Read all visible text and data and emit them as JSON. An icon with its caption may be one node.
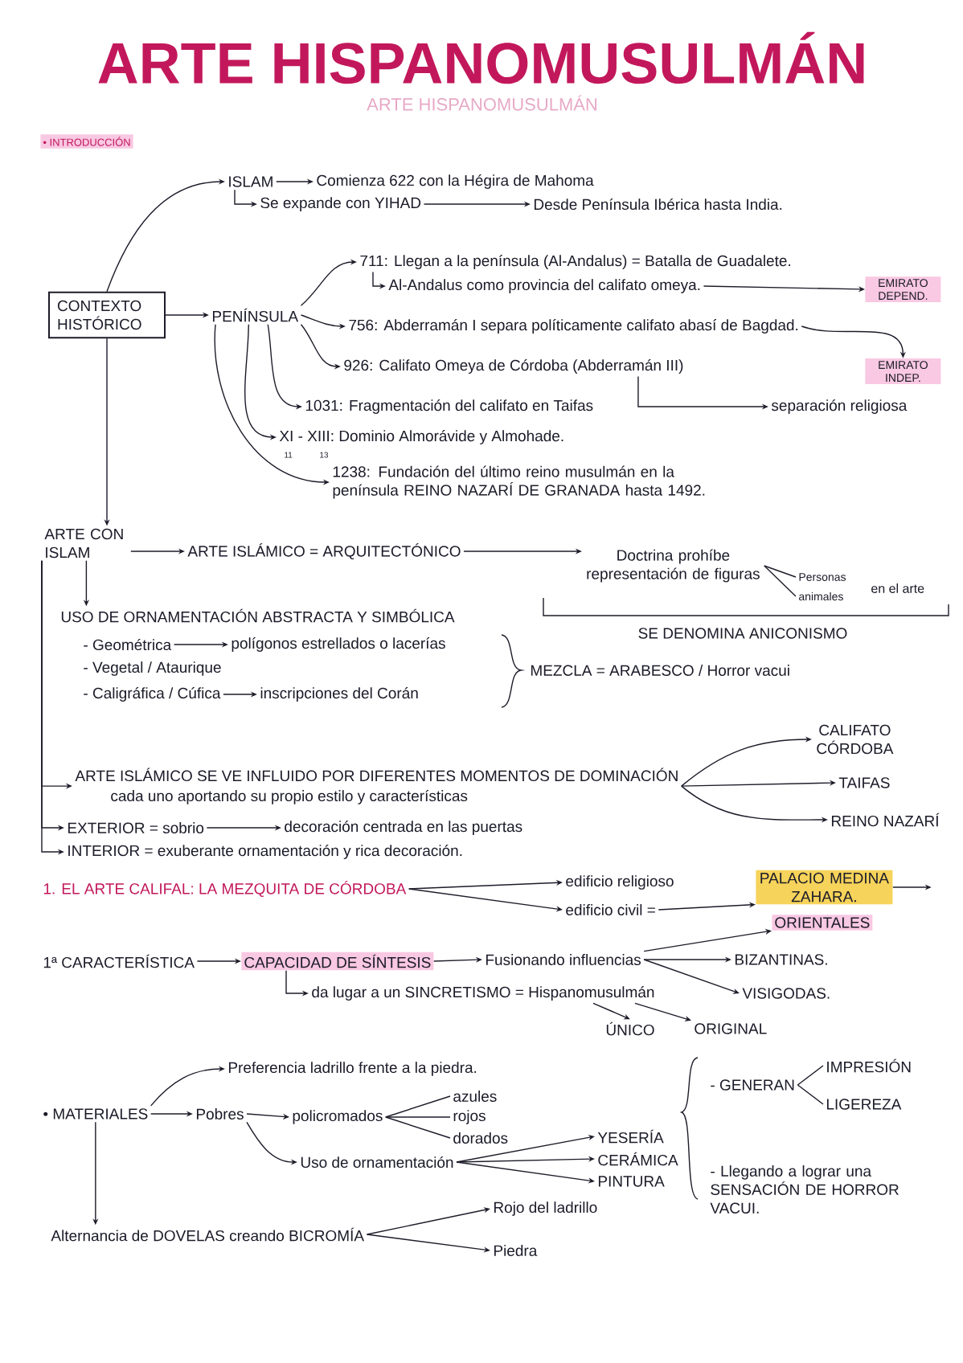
{
  "diagram": {
    "title": "ARTE HISPANOMUSULMÁN",
    "nodes": [
      {
        "text": [
          "CONTEXTO HISTÓRICO"
        ]
      },
      {
        "text": [
          "ISLAM"
        ]
      },
      {
        "text": [
          "Comienza 622 con la Hégira de Mahoma"
        ]
      },
      {
        "text": [
          "Se expande con YIHAD"
        ]
      },
      {
        "text": [
          "Desde Península Ibérica hasta India."
        ]
      },
      {
        "text": [
          "PENÍNSULA"
        ]
      },
      {
        "text": [
          "711: Llegan a la península (Al-Andalus) = Batalla de Guadalete."
        ]
      },
      {
        "text": [
          "Al-Andalus como provincia del califato omeya."
        ]
      },
      {
        "text": [
          "EMIRATO DEPEND."
        ]
      },
      {
        "text": [
          "756: Abderramán I separa políticamente califato abasí de Bagdad."
        ]
      },
      {
        "text": [
          "926: Califato Omeya de Córdoba (Abderramán III)"
        ]
      },
      {
        "text": [
          "EMIRATO INDEP."
        ]
      },
      {
        "text": [
          "separación religiosa"
        ]
      },
      {
        "text": [
          "1031: Fragmentación del califato en Taifas"
        ]
      },
      {
        "text": [
          "XI - XIII: Dominio Almorávide y Almohade."
        ]
      },
      {
        "text": [
          "1238: Fundación del último reino musulmán en la península REINO NAZARÍ DE GRANADA hasta 1492."
        ]
      },
      {
        "text": [
          "ARTE CON ISLAM"
        ]
      },
      {
        "text": [
          "ARTE ISLÁMICO = ARQUITECTÓNICO"
        ]
      },
      {
        "text": [
          "Doctrina prohíbe representación de figuras"
        ]
      },
      {
        "text": [
          "Personas"
        ]
      },
      {
        "text": [
          "animales"
        ]
      },
      {
        "text": [
          "USO DE ORNAMENTACIÓN ABSTRACTA Y SIMBÓLICA"
        ]
      },
      {
        "text": [
          "- Geométrica"
        ]
      },
      {
        "text": [
          "polígonos estrellados o lacerías"
        ]
      },
      {
        "text": [
          "- Vegetal / Ataurique"
        ]
      },
      {
        "text": [
          "- Caligráfica / Cúfica"
        ]
      },
      {
        "text": [
          "inscripciones del Corán"
        ]
      },
      {
        "text": [
          "CALIFATO CÓRDOBA"
        ]
      },
      {
        "text": [
          "ARTE ISLÁMICO SE VE INFLUIDO POR DIFERENTES MOMENTOS DE DOMINACIÓN",
          "cada uno aportando su propio estilo y características"
        ]
      },
      {
        "text": [
          "TAIFAS"
        ]
      },
      {
        "text": [
          "REINO NAZARÍ"
        ]
      },
      {
        "text": [
          "EXTERIOR = sobrio"
        ]
      },
      {
        "text": [
          "decoración centrada en las puertas"
        ]
      },
      {
        "text": [
          "INTERIOR = exuberante ornamentación y rica decoración."
        ]
      },
      {
        "text": [
          "1. EL ARTE CALIFAL: LA MEZQUITA DE CÓRDOBA"
        ]
      },
      {
        "text": [
          "PALACIO MEDINA ZAHARA."
        ]
      },
      {
        "text": [
          "edificio religioso"
        ]
      },
      {
        "text": [
          "edificio civil ="
        ]
      },
      {
        "text": [
          "ORIENTALES"
        ]
      },
      {
        "text": [
          "1ª CARACTERÍSTICA"
        ]
      },
      {
        "text": [
          "CAPACIDAD DE SÍNTESIS"
        ]
      },
      {
        "text": [
          "Fusionando influencias"
        ]
      },
      {
        "text": [
          "BIZANTINAS."
        ]
      },
      {
        "text": [
          "da lugar a un SINCRETISMO = Hispanomusulmán"
        ]
      },
      {
        "text": [
          "VISIGODAS."
        ]
      },
      {
        "text": [
          "ÚNICO"
        ]
      },
      {
        "text": [
          "ORIGINAL"
        ]
      },
      {
        "text": [
          "Preferencia ladrillo frente a la piedra."
        ]
      },
      {
        "text": [
          "IMPRESIÓN"
        ]
      },
      {
        "text": [
          "- GENERAN"
        ]
      },
      {
        "text": [
          "• MATERIALES"
        ]
      },
      {
        "text": [
          "Pobres"
        ]
      },
      {
        "text": [
          "policromados"
        ]
      },
      {
        "text": [
          "azules"
        ]
      },
      {
        "text": [
          "LIGEREZA"
        ]
      },
      {
        "text": [
          "rojos"
        ]
      },
      {
        "text": [
          "dorados"
        ]
      },
      {
        "text": [
          "YESERÍA"
        ]
      },
      {
        "text": [
          "- Llegando a lograr una SENSACIÓN DE HORROR VACUI."
        ]
      },
      {
        "text": [
          "Uso de ornamentación"
        ]
      },
      {
        "text": [
          "CERÁMICA"
        ]
      },
      {
        "text": [
          "PINTURA"
        ]
      },
      {
        "text": [
          "Rojo del ladrillo"
        ]
      },
      {
        "text": [
          "Alternancia de DOVELAS creando BICROMÍA"
        ]
      },
      {
        "text": [
          "Piedra"
        ]
      }
    ],
    "edges": [
      {
        "from": 0,
        "to": 1,
        "arrow": "to"
      },
      {
        "from": 1,
        "to": 2,
        "arrow": "to"
      },
      {
        "from": 1,
        "to": 3,
        "arrow": "to"
      },
      {
        "from": 3,
        "to": 4,
        "arrow": "to"
      },
      {
        "from": 0,
        "to": 5,
        "arrow": "to"
      },
      {
        "from": 5,
        "to": 6,
        "arrow": "to"
      },
      {
        "from": 6,
        "to": 7,
        "arrow": "to"
      },
      {
        "from": 7,
        "to": 8,
        "arrow": "to"
      },
      {
        "from": 5,
        "to": 9,
        "arrow": "to"
      },
      {
        "from": 9,
        "to": 11,
        "arrow": "to"
      },
      {
        "from": 5,
        "to": 10,
        "arrow": "to"
      },
      {
        "from": 10,
        "to": 12,
        "arrow": "to"
      },
      {
        "from": 5,
        "to": 13,
        "arrow": "to"
      },
      {
        "from": 5,
        "to": 14,
        "arrow": "to"
      },
      {
        "from": 5,
        "to": 15,
        "arrow": "to"
      },
      {
        "from": 0,
        "to": 16,
        "arrow": "to"
      },
      {
        "from": 16,
        "to": 17,
        "arrow": "to"
      },
      {
        "from": 17,
        "to": 18,
        "arrow": "to"
      },
      {
        "from": 18,
        "to": 19,
        "arrow": "none"
      },
      {
        "from": 18,
        "to": 20,
        "arrow": "none"
      },
      {
        "from": 16,
        "to": 21,
        "arrow": "to"
      },
      {
        "from": 22,
        "to": 23,
        "arrow": "to"
      },
      {
        "from": 25,
        "to": 26,
        "arrow": "to"
      },
      {
        "from": 16,
        "to": 28,
        "arrow": "to"
      },
      {
        "from": 28,
        "to": 27,
        "arrow": "to"
      },
      {
        "from": 28,
        "to": 29,
        "arrow": "to"
      },
      {
        "from": 28,
        "to": 30,
        "arrow": "to"
      },
      {
        "from": 16,
        "to": 31,
        "arrow": "to"
      },
      {
        "from": 31,
        "to": 32,
        "arrow": "to"
      },
      {
        "from": 16,
        "to": 33,
        "arrow": "to"
      },
      {
        "from": 34,
        "to": 36,
        "arrow": "to"
      },
      {
        "from": 34,
        "to": 37,
        "arrow": "to"
      },
      {
        "from": 37,
        "to": 35,
        "arrow": "to"
      },
      {
        "from": 35,
        "to": null,
        "arrow": "to"
      },
      {
        "from": 39,
        "to": 40,
        "arrow": "to"
      },
      {
        "from": 40,
        "to": 41,
        "arrow": "to"
      },
      {
        "from": 41,
        "to": 42,
        "arrow": "to"
      },
      {
        "from": 41,
        "to": 44,
        "arrow": "to"
      },
      {
        "from": 41,
        "to": 38,
        "arrow": "to"
      },
      {
        "from": 40,
        "to": 43,
        "arrow": "to"
      },
      {
        "from": 43,
        "to": 45,
        "arrow": "to"
      },
      {
        "from": 43,
        "to": 46,
        "arrow": "to"
      },
      {
        "from": 50,
        "to": 47,
        "arrow": "to"
      },
      {
        "from": 50,
        "to": 51,
        "arrow": "to"
      },
      {
        "from": 51,
        "to": 52,
        "arrow": "to"
      },
      {
        "from": 52,
        "to": 53,
        "arrow": "none"
      },
      {
        "from": 52,
        "to": 55,
        "arrow": "none"
      },
      {
        "from": 52,
        "to": 56,
        "arrow": "none"
      },
      {
        "from": 51,
        "to": 59,
        "arrow": "to"
      },
      {
        "from": 59,
        "to": 57,
        "arrow": "to"
      },
      {
        "from": 59,
        "to": 60,
        "arrow": "to"
      },
      {
        "from": 59,
        "to": 61,
        "arrow": "to"
      },
      {
        "from": 49,
        "to": 48,
        "arrow": "none"
      },
      {
        "from": 49,
        "to": 54,
        "arrow": "none"
      },
      {
        "from": 50,
        "to": 63,
        "arrow": "to"
      },
      {
        "from": 63,
        "to": 62,
        "arrow": "to"
      },
      {
        "from": 63,
        "to": 64,
        "arrow": "to"
      }
    ],
    "labels": [
      "ARTE HISPANOMUSULMÁN",
      "• INTRODUCCIÓN",
      "11",
      "13",
      "en el arte",
      "SE DENOMINA ANICONISMO",
      "MEZCLA = ARABESCO / Horror vacui"
    ]
  }
}
